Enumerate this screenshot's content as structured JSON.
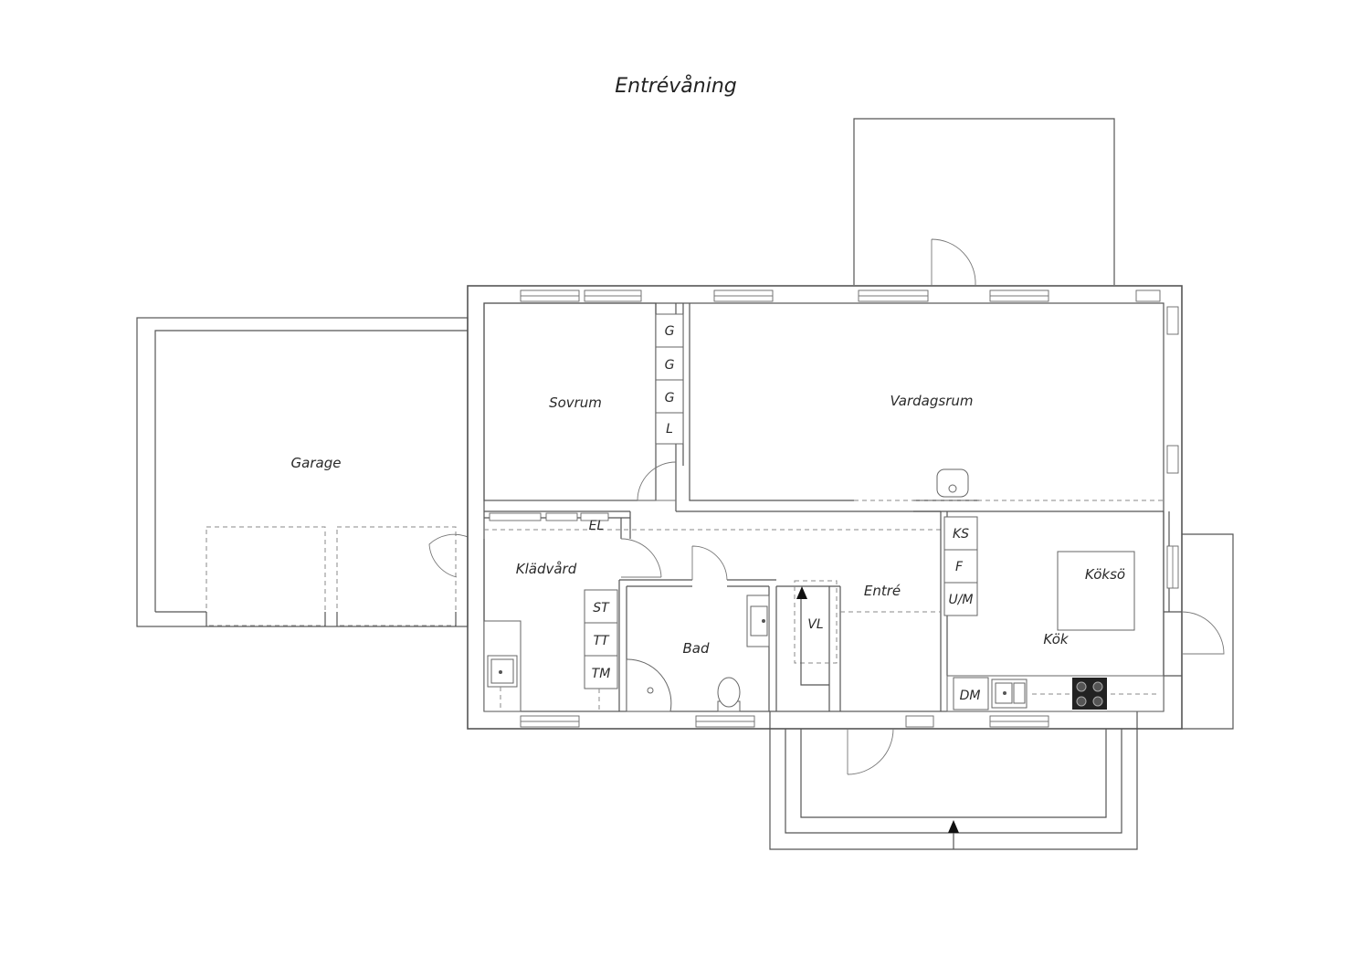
{
  "plan": {
    "title": "Entrévåning",
    "rooms": {
      "garage": "Garage",
      "sovrum": "Sovrum",
      "vardagsrum": "Vardagsrum",
      "kladvard": "Klädvård",
      "bad": "Bad",
      "entre": "Entré",
      "kok": "Kök",
      "kokso": "Köksö"
    },
    "fixtures": {
      "g1": "G",
      "g2": "G",
      "g3": "G",
      "l": "L",
      "el": "EL",
      "st": "ST",
      "tt": "TT",
      "tm": "TM",
      "vl": "VL",
      "ks": "KS",
      "f": "F",
      "um": "U/M",
      "dm": "DM"
    }
  }
}
